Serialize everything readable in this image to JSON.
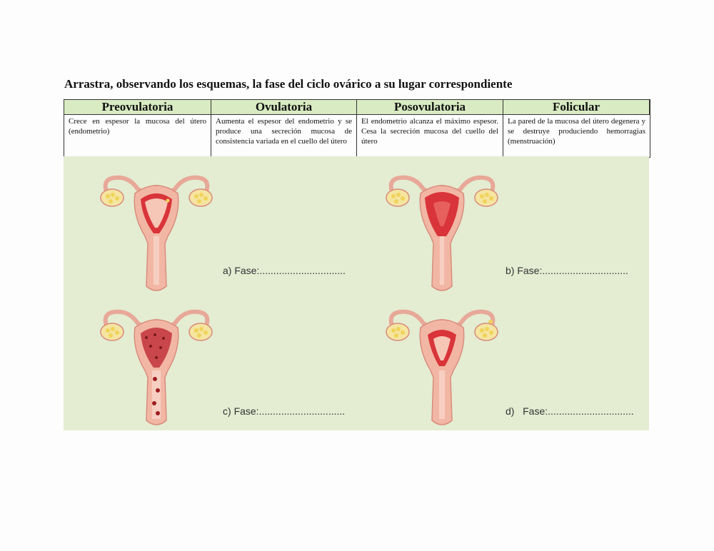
{
  "title": "Arrastra, observando los esquemas, la fase del ciclo ovárico a su lugar correspondiente",
  "columns": [
    {
      "header": "Preovulatoria",
      "description": "Crece en espesor la mucosa del útero (endometrio)"
    },
    {
      "header": "Ovulatoria",
      "description": "Aumenta el espesor del endometrio y se produce una secreción mucosa de consistencia variada en el cuello del útero"
    },
    {
      "header": "Posovulatoria",
      "description": "El endometrio alcanza el máximo espesor. Cesa la secreción mucosa del cuello del útero"
    },
    {
      "header": "Folicular",
      "description": "La pared de la mucosa del útero degenera y se destruye produciendo hemorragias (menstruación)"
    }
  ],
  "slots": [
    {
      "letter": "a)",
      "label": "Fase:",
      "dots": "..............................."
    },
    {
      "letter": "b)",
      "label": "Fase:",
      "dots": "..............................."
    },
    {
      "letter": "c)",
      "label": "Fase:",
      "dots": "..............................."
    },
    {
      "letter": "d)",
      "label": "Fase:",
      "dots": "..............................."
    }
  ],
  "colors": {
    "header_bg": "#d8ebc2",
    "panel_bg": "#e4ecd2",
    "tissue": "#f2b7a4",
    "endometrium": "#d9343a",
    "ovary": "#f0d35a"
  }
}
